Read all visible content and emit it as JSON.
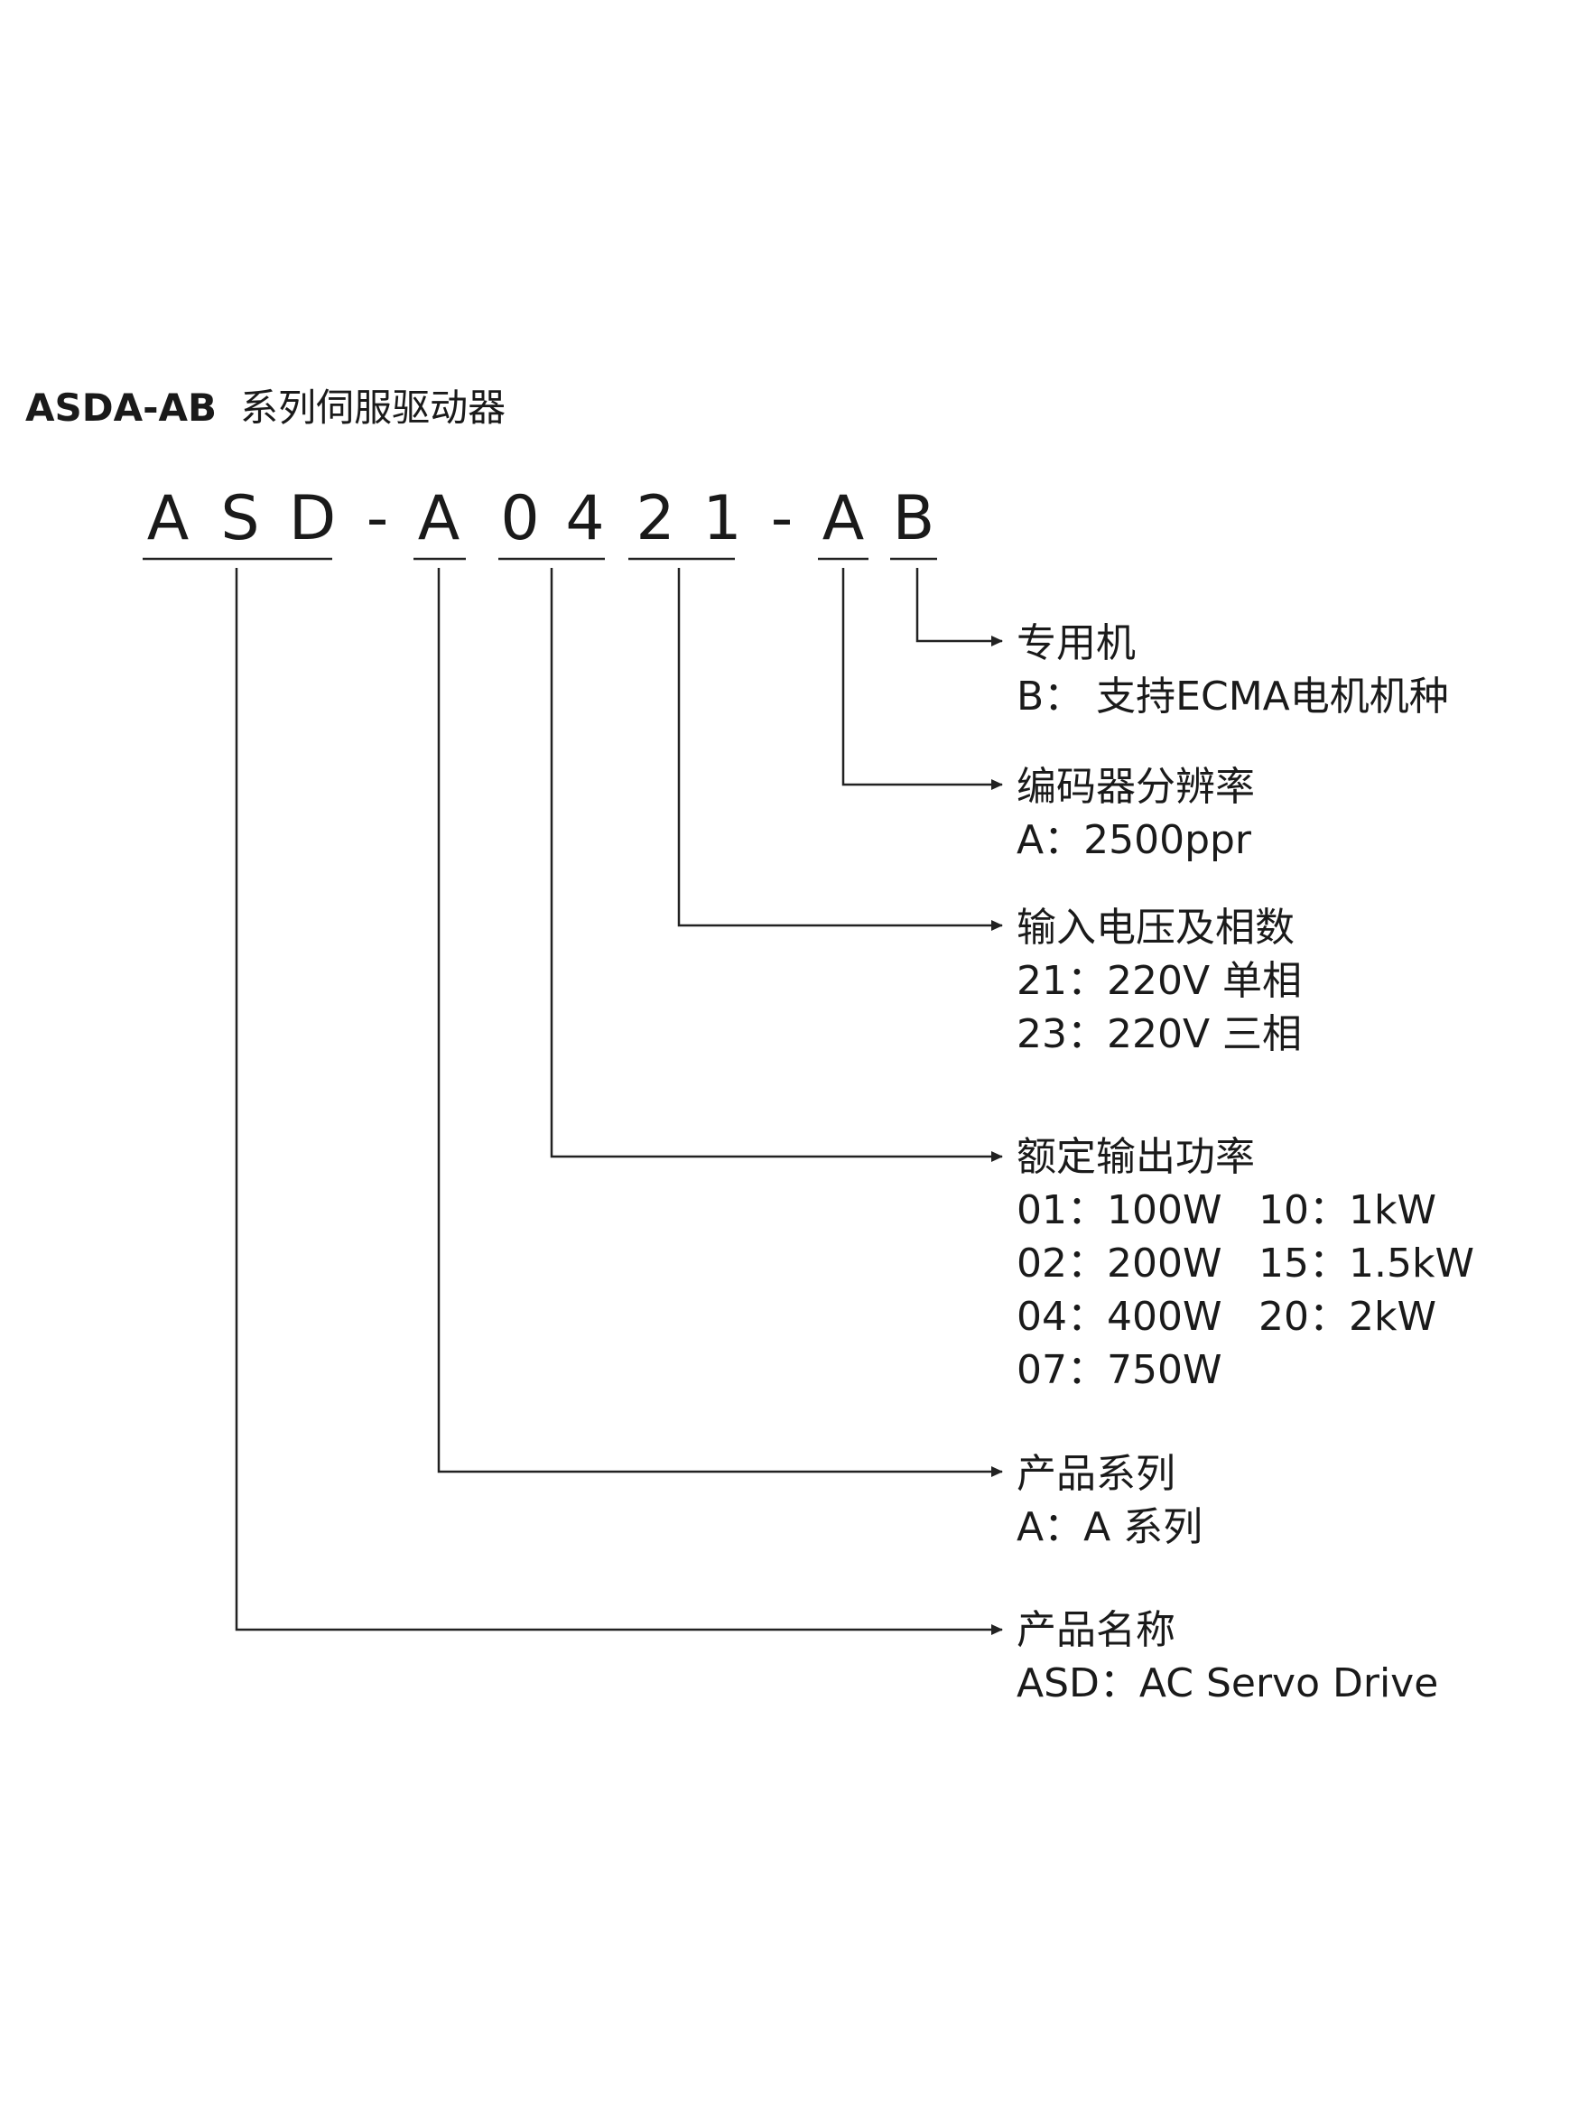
{
  "title": {
    "model": "ASDA-AB",
    "subtitle": "系列伺服驱动器"
  },
  "code": {
    "chars": [
      "A",
      "S",
      "D",
      "-",
      "A",
      "0",
      "4",
      "2",
      "1",
      "-",
      "A",
      "B"
    ]
  },
  "fields": {
    "special_motor": {
      "title": "专用机",
      "lines": [
        "B：  支持ECMA电机机种"
      ]
    },
    "encoder": {
      "title": "编码器分辨率",
      "lines": [
        "A：2500ppr"
      ]
    },
    "voltage": {
      "title": "输入电压及相数",
      "lines": [
        "21：220V 单相",
        "23：220V 三相"
      ]
    },
    "power": {
      "title": "额定输出功率",
      "items": [
        "01：100W",
        "10：1kW",
        "02：200W",
        "15：1.5kW",
        "04：400W",
        "20：2kW",
        "07：750W"
      ]
    },
    "series": {
      "title": "产品系列",
      "lines": [
        "A：A 系列"
      ]
    },
    "product": {
      "title": "产品名称",
      "lines": [
        "ASD：AC Servo Drive"
      ]
    }
  },
  "colors": {
    "line": "#222222",
    "text": "#1a1a1a"
  }
}
